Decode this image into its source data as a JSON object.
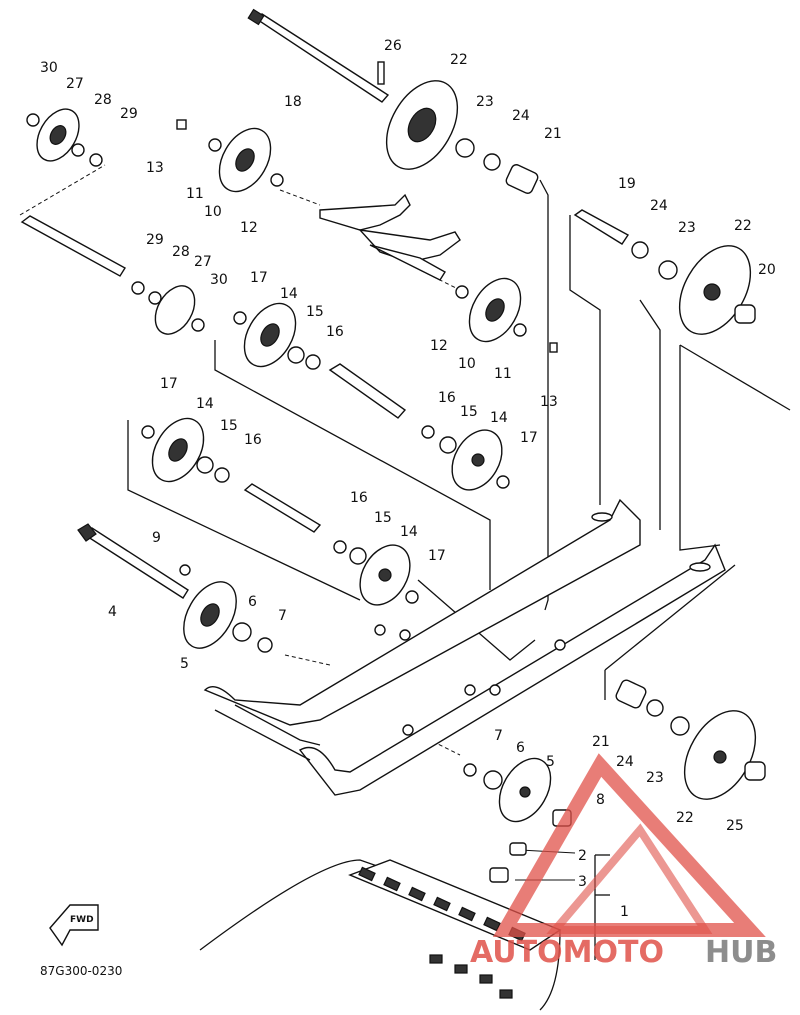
{
  "diagram": {
    "catalog_code": "87G300-0230",
    "direction_tag": "FWD",
    "watermark": {
      "part1": "AUTOMOTO",
      "part2": "HUB",
      "color_red": "#e0524a",
      "color_gray": "#7a7a7a"
    },
    "callouts": [
      "30",
      "27",
      "28",
      "29",
      "13",
      "11",
      "10",
      "12",
      "26",
      "22",
      "23",
      "24",
      "21",
      "18",
      "19",
      "24",
      "23",
      "22",
      "20",
      "29",
      "28",
      "27",
      "30",
      "17",
      "14",
      "15",
      "16",
      "12",
      "10",
      "11",
      "13",
      "17",
      "14",
      "15",
      "16",
      "16",
      "15",
      "14",
      "17",
      "16",
      "15",
      "14",
      "17",
      "9",
      "4",
      "5",
      "6",
      "7",
      "21",
      "24",
      "23",
      "22",
      "25",
      "7",
      "6",
      "5",
      "8",
      "2",
      "3",
      "1"
    ]
  }
}
